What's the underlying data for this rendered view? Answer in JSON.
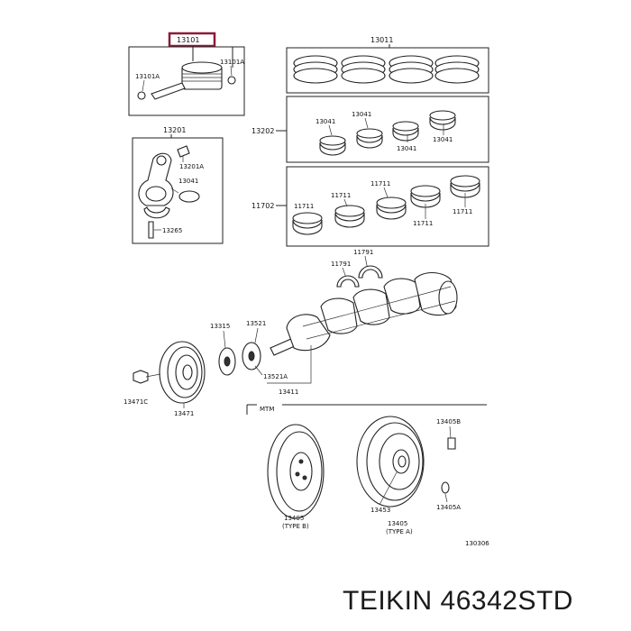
{
  "labels": {
    "piston_set": "13101",
    "piston_pin": "13101A",
    "snap_ring": "13101A",
    "ring_set": "13011",
    "conrod_bearing_group": "13202",
    "conrod_bearing": "13041",
    "conrod_assy": "13201",
    "conrod_bushing": "13201A",
    "conrod_bolt": "13265",
    "main_bearing_group": "11702",
    "main_bearing": "11711",
    "thrust_washer": "11791",
    "crankshaft_pulley_key": "13315",
    "timing_gear": "13521",
    "timing_gear_sub": "13521A",
    "crankshaft": "13411",
    "pulley_bolt": "13471C",
    "pulley": "13471",
    "transmission_label": "MTM",
    "flywheel_bolt": "13405B",
    "flywheel_b": "13405",
    "flywheel_b_type": "(TYPE B)",
    "pilot_bearing": "13453",
    "flywheel_a": "13405",
    "flywheel_a_type": "(TYPE A)",
    "flywheel_pin": "13405A",
    "diagram_code": "130306"
  },
  "caption": "TEIKIN 46342STD",
  "colors": {
    "highlight_box": "#8b1a3a",
    "line": "#222222"
  }
}
